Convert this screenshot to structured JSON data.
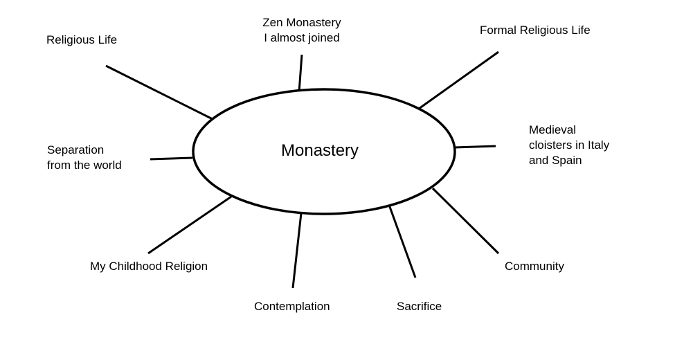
{
  "diagram": {
    "center": "Monastery",
    "nodes": {
      "religious_life": "Religious Life",
      "zen_monastery": "Zen Monastery\nI almost joined",
      "formal_religious_life": "Formal Religious Life",
      "medieval_cloisters": "Medieval\ncloisters in Italy\nand Spain",
      "separation": "Separation\nfrom the world",
      "childhood_religion": "My Childhood Religion",
      "contemplation": "Contemplation",
      "sacrifice": "Sacrifice",
      "community": "Community"
    }
  }
}
